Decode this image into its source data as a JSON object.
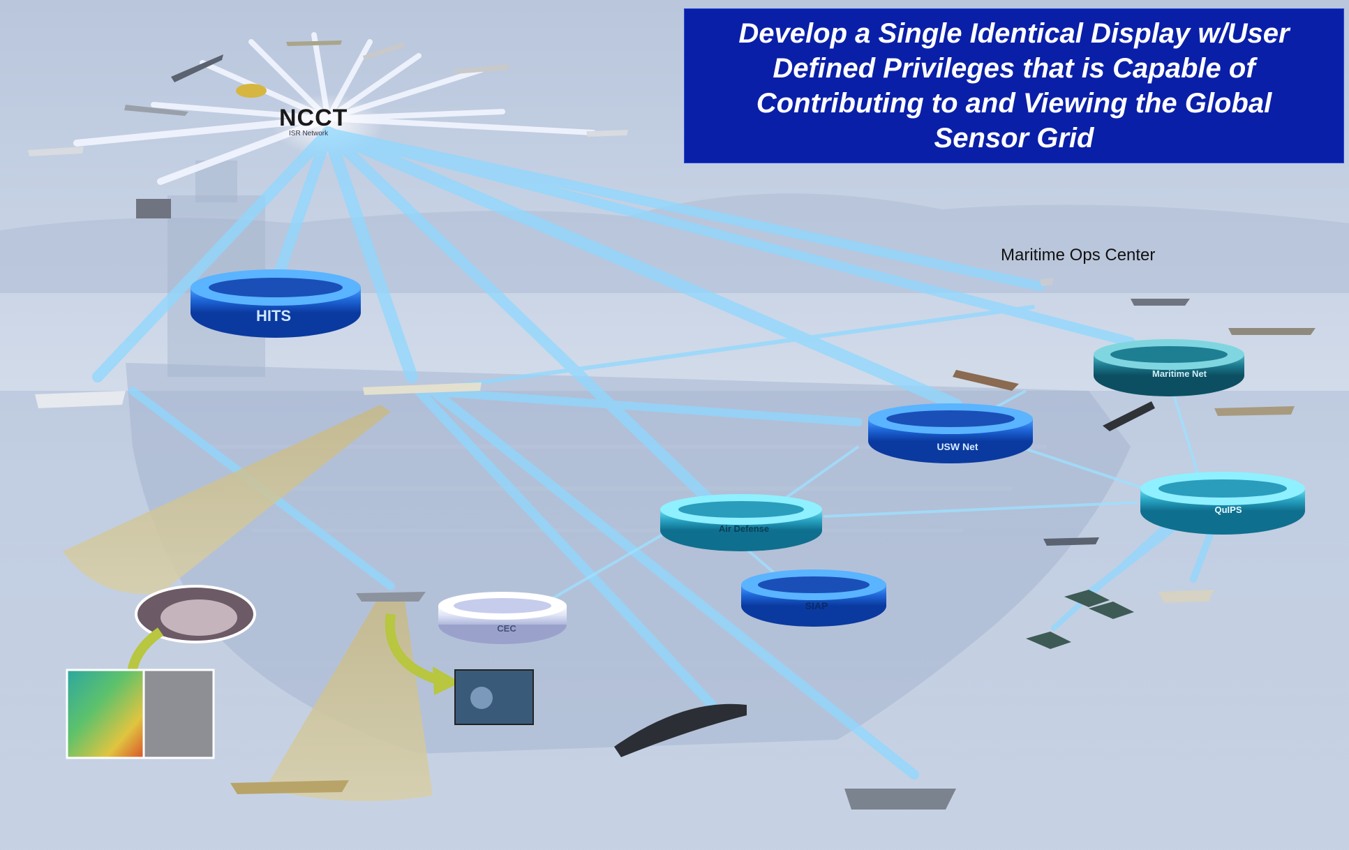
{
  "title": "Develop a Single Identical Display w/User Defined Privileges that is Capable of Contributing to and Viewing the Global Sensor Grid",
  "labels": {
    "maritime_ops_center": "Maritime Ops Center",
    "ncct": "NCCT",
    "ncct_sub": "ISR Network"
  },
  "networks": [
    {
      "id": "hits",
      "label": "HITS"
    },
    {
      "id": "usw",
      "label": "USW Net"
    },
    {
      "id": "air",
      "label": "Air Defense"
    },
    {
      "id": "mar",
      "label": "Maritime Net"
    },
    {
      "id": "quips",
      "label": "QuIPS"
    },
    {
      "id": "siap",
      "label": "SIAP"
    },
    {
      "id": "cec",
      "label": "CEC"
    }
  ],
  "colors": {
    "title_bg": "#0a1fa8",
    "beam": "#8fd8ff",
    "ring_blue": "#1a5fd0",
    "ring_teal": "#2aa5c4",
    "ring_pale": "#dfe4f6",
    "footprint": "#cdbf8f"
  }
}
